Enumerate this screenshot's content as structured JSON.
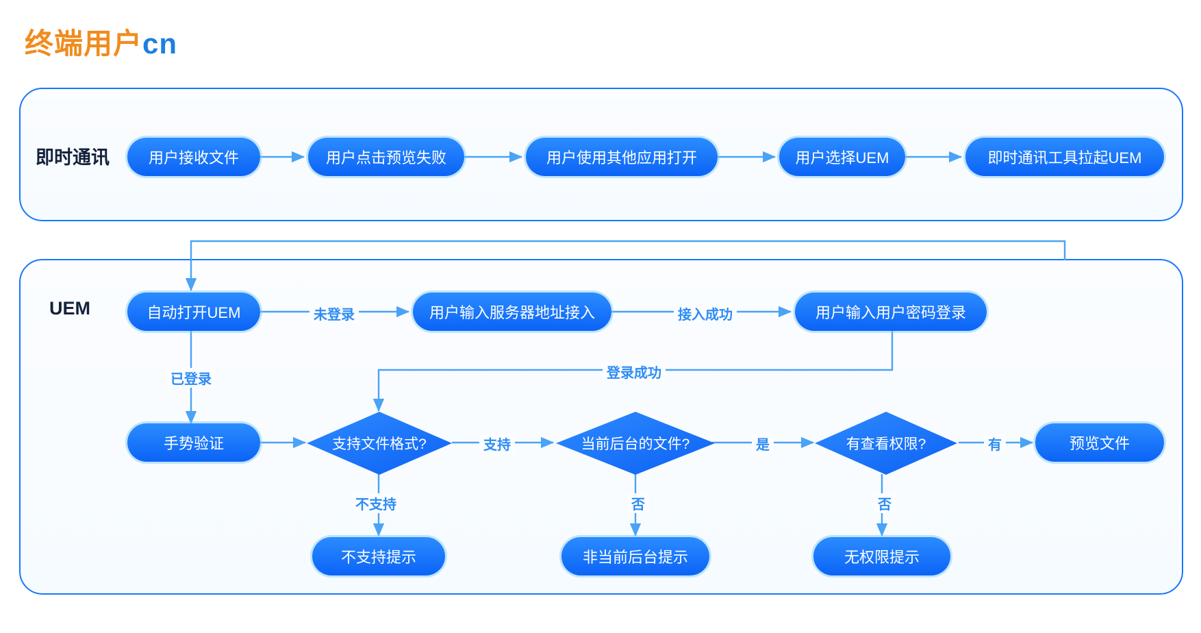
{
  "title": {
    "cn": "终端用户",
    "en": "cn"
  },
  "colors": {
    "title_orange": "#F08C1E",
    "title_blue": "#1D7FE0",
    "node_blue": "#0B63F6",
    "lane_border": "#1677FF",
    "edge_label": "#2D8CF5",
    "lane_title": "#14223B"
  },
  "lanes": [
    {
      "id": "im",
      "title": "即时通讯"
    },
    {
      "id": "uem",
      "title": "UEM"
    }
  ],
  "chart_data": {
    "type": "flowchart",
    "title": "终端用户cn",
    "lanes": [
      "即时通讯",
      "UEM"
    ],
    "nodes": [
      {
        "id": "n1",
        "lane": "即时通讯",
        "shape": "pill",
        "label": "用户接收文件"
      },
      {
        "id": "n2",
        "lane": "即时通讯",
        "shape": "pill",
        "label": "用户点击预览失败"
      },
      {
        "id": "n3",
        "lane": "即时通讯",
        "shape": "pill",
        "label": "用户使用其他应用打开"
      },
      {
        "id": "n4",
        "lane": "即时通讯",
        "shape": "pill",
        "label": "用户选择UEM"
      },
      {
        "id": "n5",
        "lane": "即时通讯",
        "shape": "pill",
        "label": "即时通讯工具拉起UEM"
      },
      {
        "id": "u1",
        "lane": "UEM",
        "shape": "pill",
        "label": "自动打开UEM"
      },
      {
        "id": "u2",
        "lane": "UEM",
        "shape": "pill",
        "label": "用户输入服务器地址接入"
      },
      {
        "id": "u3",
        "lane": "UEM",
        "shape": "pill",
        "label": "用户输入用户密码登录"
      },
      {
        "id": "u4",
        "lane": "UEM",
        "shape": "pill",
        "label": "手势验证"
      },
      {
        "id": "d1",
        "lane": "UEM",
        "shape": "diamond",
        "label": "支持文件格式?"
      },
      {
        "id": "d2",
        "lane": "UEM",
        "shape": "diamond",
        "label": "当前后台的文件?"
      },
      {
        "id": "d3",
        "lane": "UEM",
        "shape": "diamond",
        "label": "有查看权限?"
      },
      {
        "id": "u5",
        "lane": "UEM",
        "shape": "pill",
        "label": "预览文件"
      },
      {
        "id": "u6",
        "lane": "UEM",
        "shape": "pill",
        "label": "不支持提示"
      },
      {
        "id": "u7",
        "lane": "UEM",
        "shape": "pill",
        "label": "非当前后台提示"
      },
      {
        "id": "u8",
        "lane": "UEM",
        "shape": "pill",
        "label": "无权限提示"
      }
    ],
    "edges": [
      {
        "from": "n1",
        "to": "n2",
        "label": ""
      },
      {
        "from": "n2",
        "to": "n3",
        "label": ""
      },
      {
        "from": "n3",
        "to": "n4",
        "label": ""
      },
      {
        "from": "n4",
        "to": "n5",
        "label": ""
      },
      {
        "from": "n5",
        "to": "u1",
        "label": ""
      },
      {
        "from": "u1",
        "to": "u2",
        "label": "未登录"
      },
      {
        "from": "u2",
        "to": "u3",
        "label": "接入成功"
      },
      {
        "from": "u3",
        "to": "d1",
        "label": "登录成功"
      },
      {
        "from": "u1",
        "to": "u4",
        "label": "已登录"
      },
      {
        "from": "u4",
        "to": "d1",
        "label": ""
      },
      {
        "from": "d1",
        "to": "d2",
        "label": "支持"
      },
      {
        "from": "d2",
        "to": "d3",
        "label": "是"
      },
      {
        "from": "d3",
        "to": "u5",
        "label": "有"
      },
      {
        "from": "d1",
        "to": "u6",
        "label": "不支持"
      },
      {
        "from": "d2",
        "to": "u7",
        "label": "否"
      },
      {
        "from": "d3",
        "to": "u8",
        "label": "否"
      }
    ]
  },
  "edge_labels": {
    "not_logged_in": "未登录",
    "access_success": "接入成功",
    "login_success": "登录成功",
    "logged_in": "已登录",
    "support": "支持",
    "not_support": "不支持",
    "yes1": "是",
    "no1": "否",
    "has": "有",
    "no2": "否"
  }
}
